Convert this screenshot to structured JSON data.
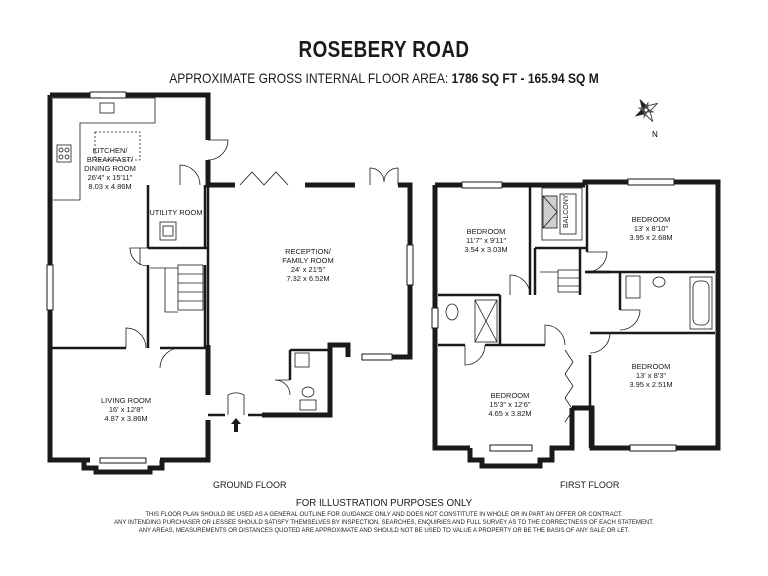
{
  "header": {
    "title": "ROSEBERY ROAD",
    "area_prefix": "APPROXIMATE GROSS INTERNAL FLOOR AREA:",
    "area_value": "1786 SQ FT  -  165.94 SQ M"
  },
  "compass": {
    "letter": "N",
    "icon": "compass-rose-icon"
  },
  "ground_floor": {
    "label": "GROUND FLOOR",
    "rooms": {
      "kitchen": {
        "line1": "KITCHEN/",
        "line2": "BREAKFAST/",
        "line3": "DINING ROOM",
        "imperial": "26'4\" x 15'11\"",
        "metric": "8.03 x 4.86M"
      },
      "utility": {
        "line1": "UTILITY ROOM"
      },
      "reception": {
        "line1": "RECEPTION/",
        "line2": "FAMILY ROOM",
        "imperial": "24' x 21'5\"",
        "metric": "7.32 x 6.52M"
      },
      "living": {
        "line1": "LIVING ROOM",
        "imperial": "16' x 12'8\"",
        "metric": "4.87 x 3.86M"
      }
    }
  },
  "first_floor": {
    "label": "FIRST FLOOR",
    "rooms": {
      "bedroom_nw": {
        "line1": "BEDROOM",
        "imperial": "11'7\" x 9'11\"",
        "metric": "3.54 x 3.03M"
      },
      "balcony": {
        "line1": "BALCONY"
      },
      "bedroom_ne": {
        "line1": "BEDROOM",
        "imperial": "13' x 8'10\"",
        "metric": "3.95 x 2.68M"
      },
      "bedroom_e": {
        "line1": "BEDROOM",
        "imperial": "13' x 8'3\"",
        "metric": "3.95 x 2.51M"
      },
      "bedroom_s": {
        "line1": "BEDROOM",
        "imperial": "15'3\" x 12'6\"",
        "metric": "4.65 x 3.82M"
      }
    }
  },
  "footer": {
    "illustration": "FOR ILLUSTRATION PURPOSES ONLY",
    "disclaimer1": "THIS FLOOR PLAN SHOULD BE USED AS A GENERAL OUTLINE FOR GUIDANCE ONLY AND DOES NOT CONSTITUTE IN WHOLE OR IN PART AN OFFER OR CONTRACT.",
    "disclaimer2": "ANY INTENDING PURCHASER OR LESSEE SHOULD SATISFY THEMSELVES BY INSPECTION, SEARCHES, ENQUIRIES AND FULL SURVEY AS TO THE CORRECTNESS OF EACH STATEMENT.",
    "disclaimer3": "ANY AREAS, MEASUREMENTS OR DISTANCES QUOTED ARE APPROXIMATE AND SHOULD NOT BE USED TO VALUE A PROPERTY OR BE THE BASIS OF ANY SALE OR LET."
  }
}
